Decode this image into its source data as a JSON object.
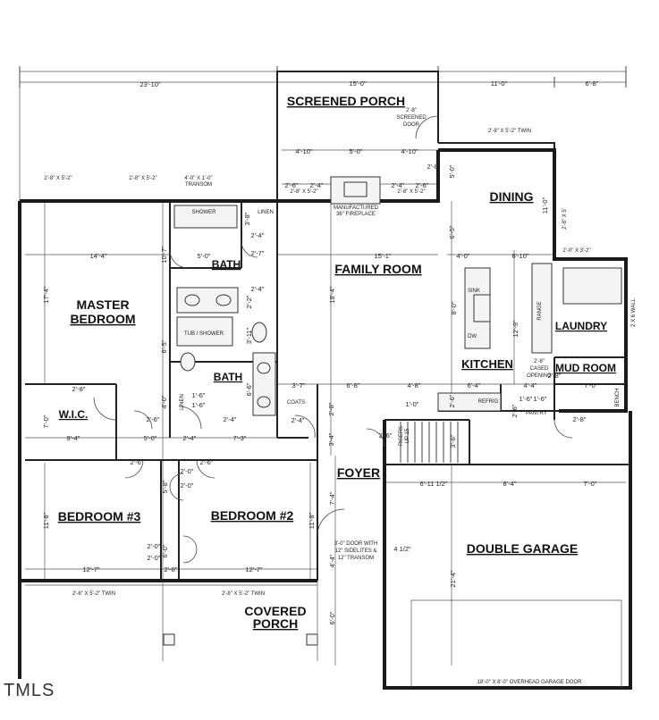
{
  "rooms": {
    "screened_porch": "SCREENED PORCH",
    "dining": "DINING",
    "family_room": "FAMILY ROOM",
    "master_1": "MASTER",
    "master_2": "BEDROOM",
    "bath_upper": "BATH",
    "bath_lower": "BATH",
    "kitchen": "KITCHEN",
    "laundry": "LAUNDRY",
    "mud_room": "MUD ROOM",
    "wic": "W.I.C.",
    "foyer": "FOYER",
    "bedroom3": "BEDROOM #3",
    "bedroom2": "BEDROOM #2",
    "double_garage": "DOUBLE GARAGE",
    "covered_1": "COVERED",
    "covered_2": "PORCH"
  },
  "labels": {
    "shower": "SHOWER",
    "linen_upper": "LINEN",
    "linen_lower": "LINEN",
    "tub_shower": "TUB / SHOWER",
    "coats": "COATS",
    "sink": "SINK",
    "dw": "DW",
    "range": "RANGE",
    "refrig": "REFRIG",
    "pantry": "PANTRY",
    "bench": "BENCH",
    "wall_2x6": "2 X 6 WALL",
    "fireplace_1": "MANUFACTURED",
    "fireplace_2": "36\" FIREPLACE",
    "screened_door_1": "2'-8\"",
    "screened_door_2": "SCREENED",
    "screened_door_3": "DOOR",
    "cased_1": "2'-8\"",
    "cased_2": "CASED",
    "cased_3": "OPENING",
    "front_door_1": "3'-0\" DOOR WITH",
    "front_door_2": "12\" SIDELITES &",
    "front_door_3": "12\" TRANSOM",
    "garage_door": "18'-0\" X 8'-0\" OVERHEAD GARAGE DOOR",
    "transom_1": "4'-0\" X 1'-0\"",
    "transom_2": "TRANSOM",
    "risers_1": "RISERS",
    "risers_2": "UP 15",
    "win_top1": "2'-8\" X 5'-2\"",
    "win_top2": "2'-8\" X 5'-2\"",
    "win_dining_twin": "2'-8\" X 5'-2\" TWIN",
    "win_dining_side": "2'-8\" X 5'",
    "win_laundry": "2'-0\" X 3'-2\"",
    "win_porch_l": "2'-8\" X 5'-2\"",
    "win_porch_r": "2'-8\" X 5'-2\"",
    "win_bed3": "2'-8\" X 5'-2\" TWIN",
    "win_bed2": "2'-8\" X 5'-2\" TWIN"
  },
  "dimensions": {
    "top_left": "23'-10\"",
    "top_porch": "15'-0\"",
    "top_right1": "11'-0\"",
    "top_right2": "6'-8\"",
    "porch_a": "4'-10\"",
    "porch_b": "5'-0\"",
    "porch_c": "4'-10\"",
    "porch_d": "2'-6\"",
    "porch_e": "2'-4\"",
    "porch_f": "2'-4\"",
    "porch_g": "2'-6\"",
    "porch_v": "5'-0\"",
    "porch_door": "2'-8\"",
    "master_w": "14'-4\"",
    "master_h": "17'-4\"",
    "bath_w": "5'-0\"",
    "bath_h": "10'-7\"",
    "family_w": "15'-1\"",
    "family_h": "18'-4\"",
    "dining_h": "11'-0\"",
    "kitchen_a": "4'-0\"",
    "kitchen_b": "6'-10\"",
    "kitchen_h": "8'-0\"",
    "kitchen_v": "6'-5\"",
    "range_h": "12'-9\"",
    "shower_h": "3'-8\"",
    "d_24a": "2'-4\"",
    "d_27": "2'-7\"",
    "d_24b": "2'-4\"",
    "d_22": "2'-2\"",
    "d_311": "3'-11\"",
    "d_65": "6'-5\"",
    "d_40": "4'-0\"",
    "d_66": "6'-6\"",
    "d_37": "3'-7\"",
    "d_68": "6'-8\"",
    "d_48": "4'-8\"",
    "d_64": "6'-4\"",
    "d_44": "4'-4\"",
    "d_70": "7'-0\"",
    "d_10": "1'-0\"",
    "d_16a": "1'-6\"",
    "d_16b": "1'-6\"",
    "d_16c": "1'-6\"",
    "d_16d": "1'-6\"",
    "d_26a": "2'-6\"",
    "d_26b": "2'-6\"",
    "d_26c": "2'-6\"",
    "d_26d": "2'-6\"",
    "d_24c": "2'-4\"",
    "d_24d": "2'-4\"",
    "d_28a": "2'-8\"",
    "d_28b": "2'-8\"",
    "d_28c": "2'-8\"",
    "d_36": "3'-6\"",
    "d_34": "3'-4\"",
    "wic_h": "7'-0\"",
    "wic_w": "9'-4\"",
    "hall_a": "5'-0\"",
    "hall_b": "2'-4\"",
    "hall_c": "7'-3\"",
    "hall_d": "2'-6\"",
    "hall_e": "2'-6\"",
    "closet_a": "2'-0\"",
    "closet_b": "2'-0\"",
    "closet_c": "5'-8\"",
    "closet_d": "2'-0\"",
    "closet_e": "2'-0\"",
    "closet_f": "6'-0\"",
    "closet_g": "2'-8\"",
    "bed3_h": "11'-8\"",
    "bed3_w": "12'-7\"",
    "bed2_h": "11'-8\"",
    "bed2_w": "12'-7\"",
    "foyer_a": "7'-4\"",
    "foyer_b": "4'-4\"",
    "foyer_c": "4 1/2\"",
    "porch_h": "6'-0\"",
    "garage_a": "6'-11 1/2\"",
    "garage_b": "8'-4\"",
    "garage_c": "7'-0\"",
    "garage_h": "21'-4\"",
    "mud_w": "7'-0\"",
    "d_28d": "2'-8\""
  },
  "watermark": "TMLS"
}
